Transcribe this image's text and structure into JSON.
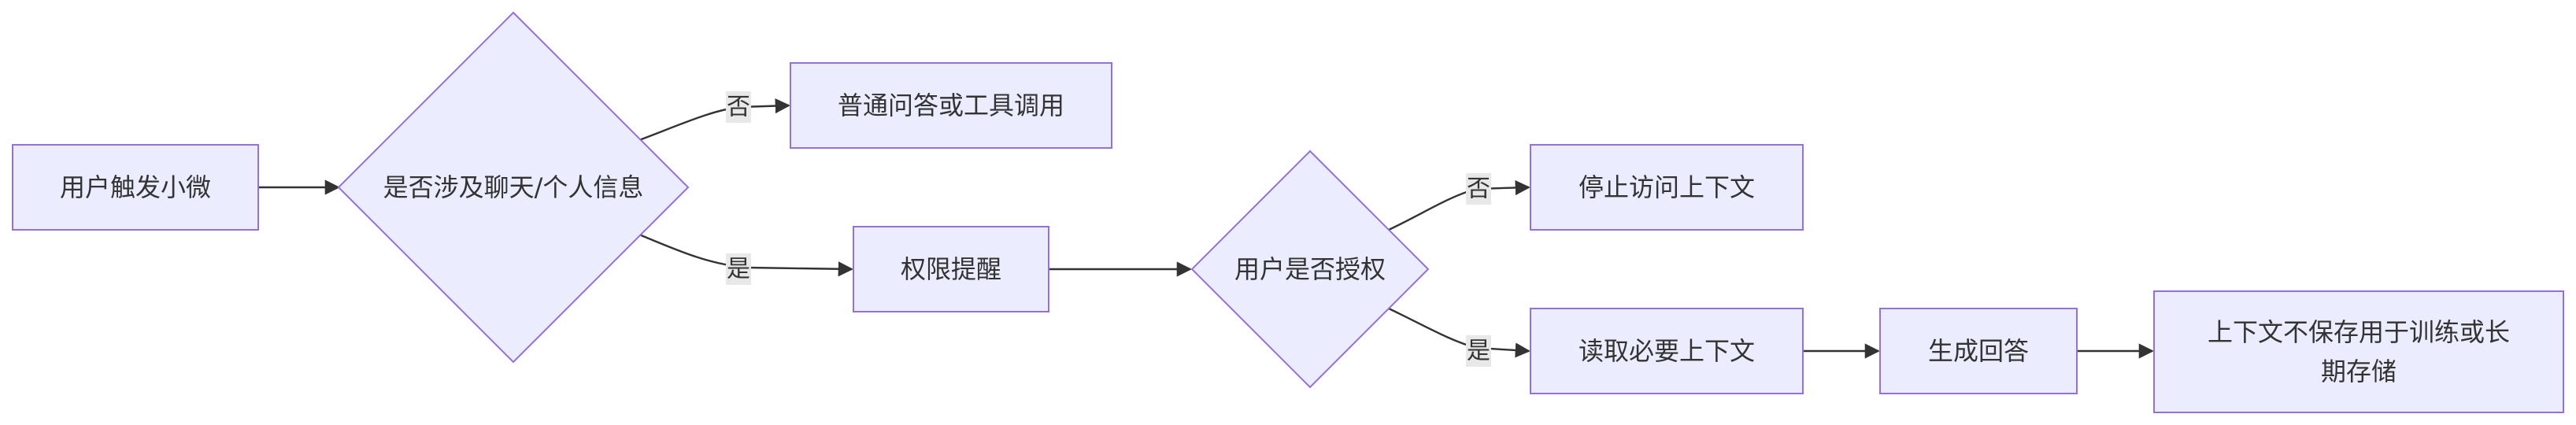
{
  "diagram": {
    "nodes": {
      "user_trigger": "用户触发小微",
      "involves_chat": "是否涉及聊天/个人信息",
      "normal_qa": "普通问答或工具调用",
      "permission_prompt": "权限提醒",
      "user_authorized": "用户是否授权",
      "stop_access": "停止访问上下文",
      "read_context": "读取必要上下文",
      "generate_answer": "生成回答",
      "no_store_line1": "上下文不保存用于训练或长",
      "no_store_line2": "期存储"
    },
    "edge_labels": {
      "involves_no": "否",
      "involves_yes": "是",
      "auth_no": "否",
      "auth_yes": "是"
    },
    "colors": {
      "node_fill": "#ECECFF",
      "node_stroke": "#9370DB",
      "edge": "#333333",
      "label_bg": "#E8E8E8"
    }
  }
}
